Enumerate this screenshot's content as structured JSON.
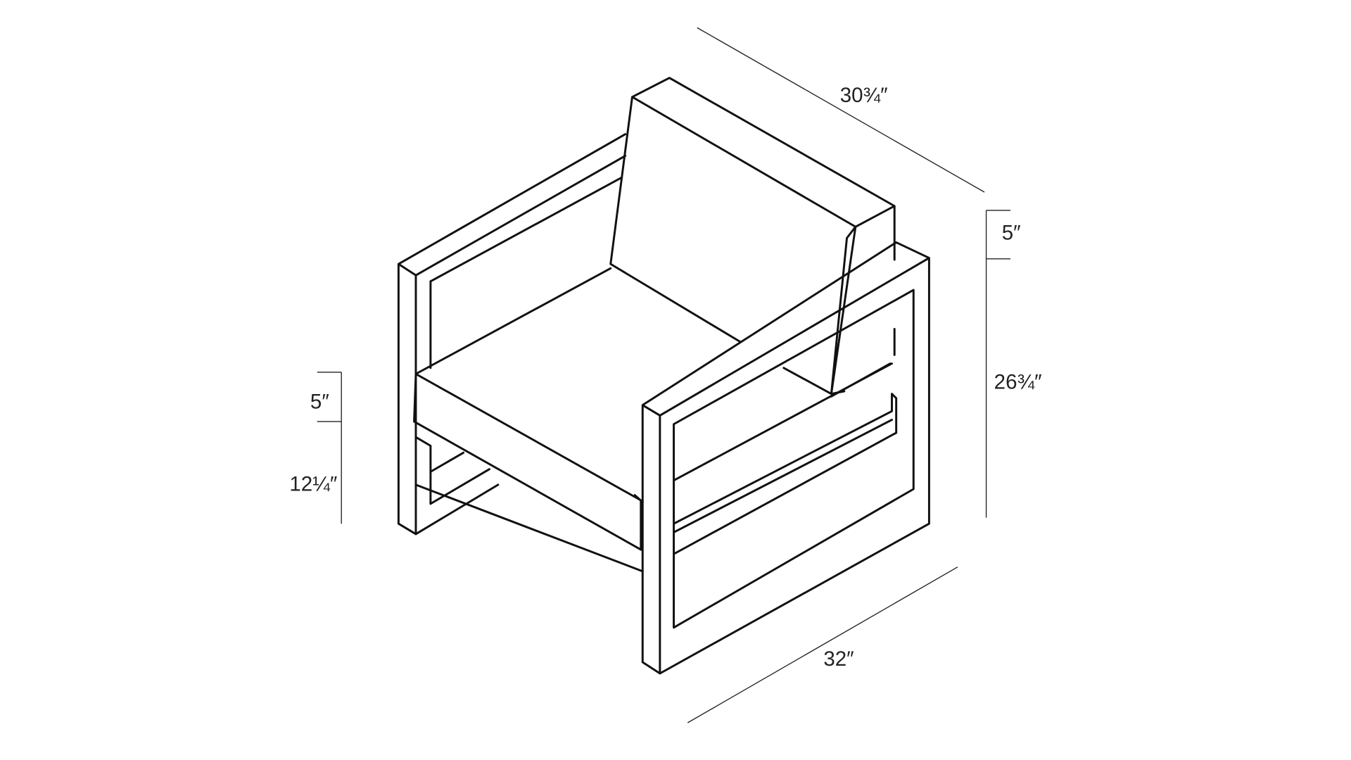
{
  "dimensions": {
    "depth": "30¾″",
    "back_height": "5″",
    "overall_height": "26¾″",
    "seat_cushion": "5″",
    "seat_height": "12¼″",
    "width": "32″"
  },
  "colors": {
    "line": "#111111",
    "background": "#ffffff"
  }
}
